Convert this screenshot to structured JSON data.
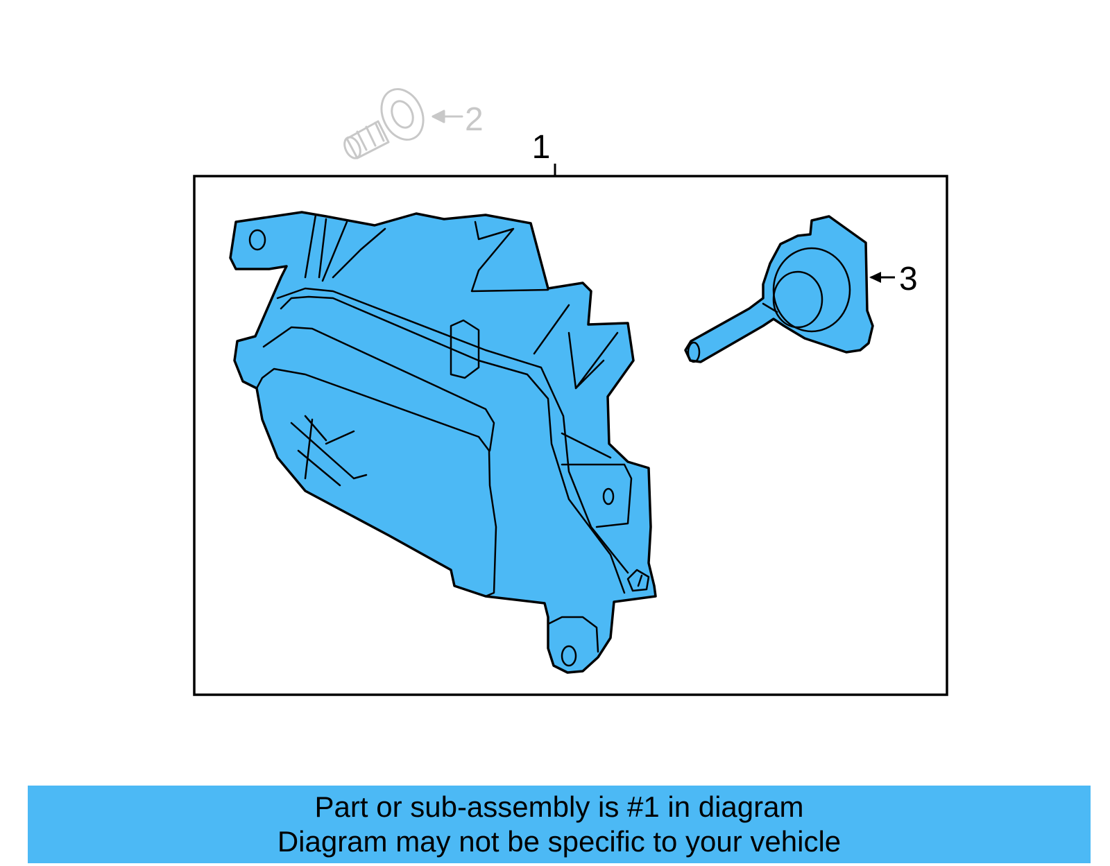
{
  "colors": {
    "part_fill": "#4cb9f5",
    "banner_bg": "#4cb9f5",
    "muted": "#c8c8c8"
  },
  "callouts": {
    "c1": "1",
    "c2": "2",
    "c3": "3"
  },
  "banner": {
    "line1": "Part or sub-assembly is #1 in diagram",
    "line2": "Diagram may not be specific to your vehicle"
  }
}
